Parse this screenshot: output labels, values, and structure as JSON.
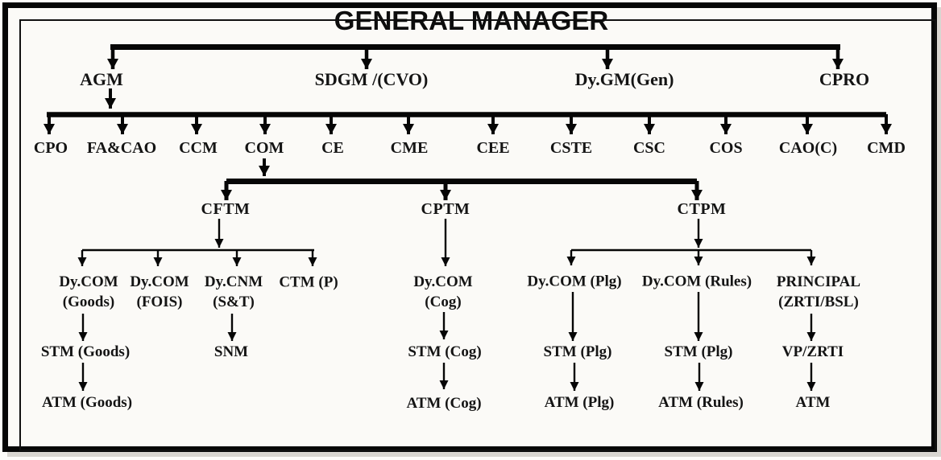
{
  "title": "GENERAL MANAGER",
  "tier2": {
    "agm": "AGM",
    "sdgm_cvo": "SDGM /(CVO)",
    "dygm_gen": "Dy.GM(Gen)",
    "cpro": "CPRO"
  },
  "tier3": {
    "cpo": "CPO",
    "fa_cao": "FA&CAO",
    "ccm": "CCM",
    "com": "COM",
    "ce": "CE",
    "cme": "CME",
    "cee": "CEE",
    "cste": "CSTE",
    "csc": "CSC",
    "cos": "COS",
    "cao_c": "CAO(C)",
    "cmd": "CMD"
  },
  "com_branch": {
    "cftm": {
      "label": "CFTM",
      "dycom_goods": {
        "label": "Dy.COM\n(Goods)",
        "stm": "STM (Goods)",
        "atm": "ATM (Goods)"
      },
      "dycom_fois": {
        "label": "Dy.COM\n(FOIS)"
      },
      "dycnm_st": {
        "label": "Dy.CNM\n(S&T)",
        "snm": "SNM"
      },
      "ctm_p": {
        "label": "CTM (P)"
      }
    },
    "cptm": {
      "label": "CPTM",
      "dycom_cog": {
        "label": "Dy.COM\n(Cog)",
        "stm": "STM (Cog)",
        "atm": "ATM (Cog)"
      }
    },
    "ctpm": {
      "label": "CTPM",
      "dycom_plg": {
        "label": "Dy.COM (Plg)",
        "stm": "STM (Plg)",
        "atm": "ATM (Plg)"
      },
      "dycom_rules": {
        "label": "Dy.COM (Rules)",
        "stm": "STM (Plg)",
        "atm": "ATM (Rules)"
      },
      "principal_zrti": {
        "label": "PRINCIPAL\n(ZRTI/BSL)",
        "vp": "VP/ZRTI",
        "atm": "ATM"
      }
    }
  },
  "colors": {
    "line": "#060606",
    "text": "#141414",
    "background": "#fbfaf7"
  }
}
